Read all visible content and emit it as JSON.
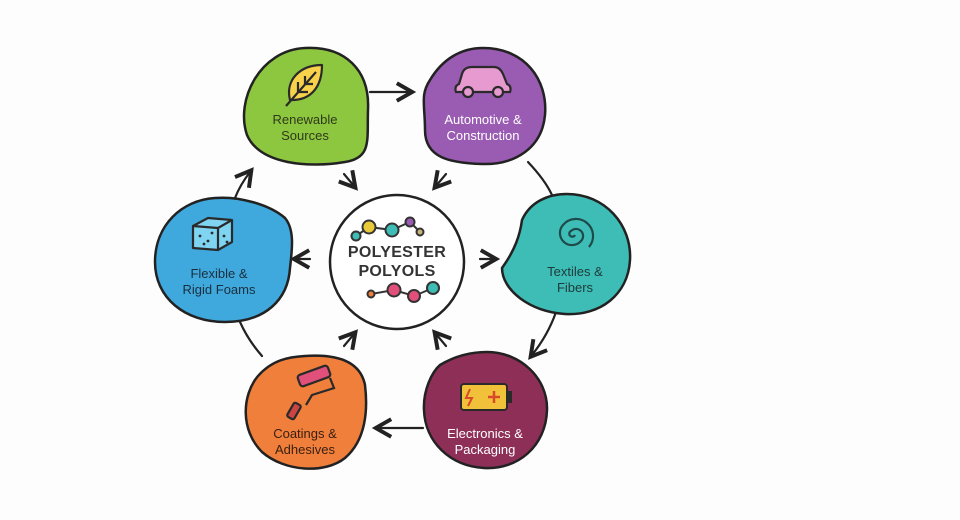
{
  "center": {
    "line1": "POLYESTER",
    "line2": "POLYOLS"
  },
  "nodes": [
    {
      "id": "renewable",
      "line1": "Renewable",
      "line2": "Sources",
      "icon": "leaf-icon",
      "color": "#8dc63f",
      "text_color": "#2f3a1a"
    },
    {
      "id": "automotive",
      "line1": "Automotive &",
      "line2": "Construction",
      "icon": "car-icon",
      "color": "#9a5bb3",
      "text_color": "#ffffff"
    },
    {
      "id": "textiles",
      "line1": "Textiles &",
      "line2": "Fibers",
      "icon": "spiral-icon",
      "color": "#3dbdb6",
      "text_color": "#1f3a3a"
    },
    {
      "id": "electronics",
      "line1": "Electronics &",
      "line2": "Packaging",
      "icon": "battery-icon",
      "color": "#8e2f58",
      "text_color": "#ffffff"
    },
    {
      "id": "coatings",
      "line1": "Coatings &",
      "line2": "Adhesives",
      "icon": "paint-roller-icon",
      "color": "#f07f3c",
      "text_color": "#3a2010"
    },
    {
      "id": "foams",
      "line1": "Flexible &",
      "line2": "Rigid Foams",
      "icon": "foam-cube-icon",
      "color": "#3fa8dd",
      "text_color": "#1a2f3d"
    }
  ]
}
